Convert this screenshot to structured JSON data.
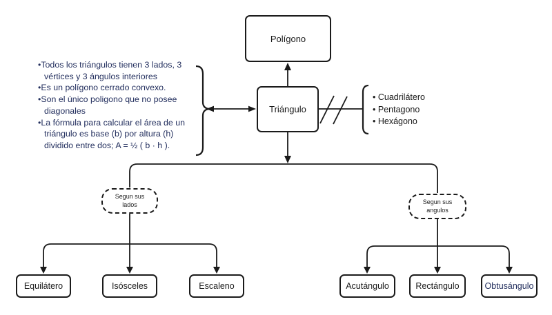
{
  "diagram": {
    "nodes": {
      "poligono": "Polígono",
      "triangulo": "Triángulo",
      "segun_lados": "Segun sus lados",
      "segun_angulos": "Segun sus angulos",
      "equilatero": "Equilátero",
      "isosceles": "Isósceles",
      "escaleno": "Escaleno",
      "acutangulo": "Acutángulo",
      "rectangulo": "Rectángulo",
      "obtusangulo": "Obtusángulo"
    },
    "notes": [
      "Todos los triángulos tienen 3 lados, 3 vértices y 3 ángulos interiores",
      "Es un polígono cerrado convexo.",
      "Son el único poligono que no posee diagonales",
      "La fórmula para calcular el área de un triángulo es base (b) por altura (h) dividido entre dos; A = ½ ( b · h )."
    ],
    "other_polygons": [
      "Cuadrilátero",
      "Pentagono",
      "Hexágono"
    ],
    "colors": {
      "note_text": "#232f5e",
      "obtusangulo_text": "#232f5e",
      "line": "#1a1a1a",
      "box_border": "#1a1a1a",
      "box_fill": "#ffffff"
    }
  }
}
